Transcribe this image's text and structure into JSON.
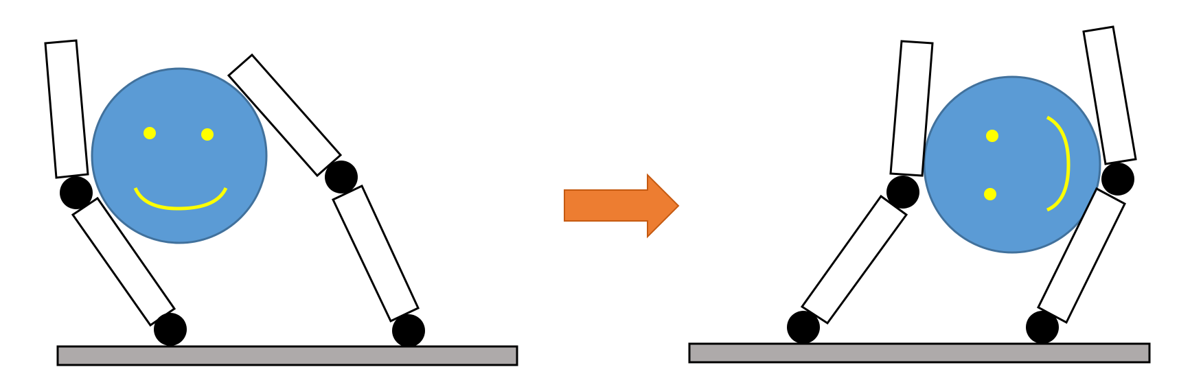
{
  "colors": {
    "background": "#ffffff",
    "ball_fill": "#5b9bd5",
    "ball_stroke": "#41719c",
    "face_features": "#ffff00",
    "link_fill": "#ffffff",
    "link_stroke": "#000000",
    "joint": "#000000",
    "ground_fill": "#aeaaaa",
    "ground_stroke": "#000000",
    "arrow_fill": "#ed7d31",
    "arrow_stroke": "#c55a11"
  },
  "panels": [
    {
      "id": "before",
      "ball_face": "upright-smiley"
    },
    {
      "id": "after",
      "ball_face": "rotated-smiley"
    }
  ],
  "transition": {
    "icon": "right-arrow-icon"
  }
}
